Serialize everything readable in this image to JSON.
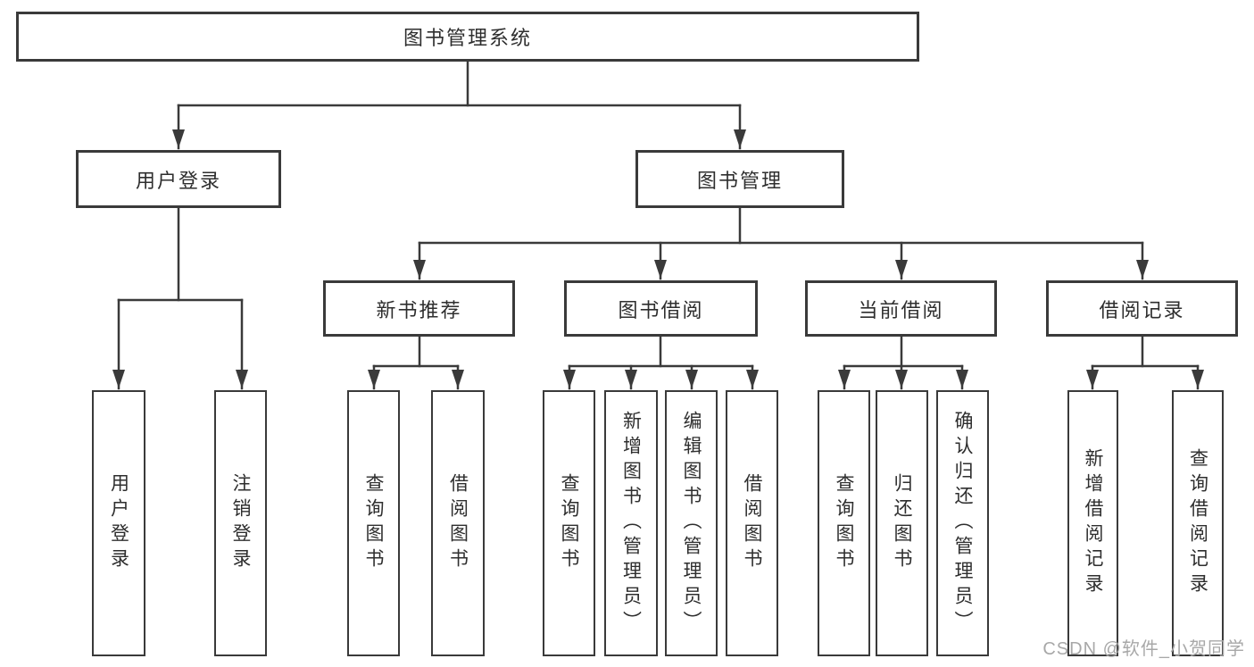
{
  "tree": {
    "root": {
      "label": "图书管理系统"
    },
    "level2": [
      {
        "label": "用户登录"
      },
      {
        "label": "图书管理"
      }
    ],
    "level3": [
      {
        "label": "新书推荐"
      },
      {
        "label": "图书借阅"
      },
      {
        "label": "当前借阅"
      },
      {
        "label": "借阅记录"
      }
    ],
    "leaves": [
      {
        "label": "用户登录"
      },
      {
        "label": "注销登录"
      },
      {
        "label": "查询图书"
      },
      {
        "label": "借阅图书"
      },
      {
        "label": "查询图书"
      },
      {
        "label": "新增图书（管理员）"
      },
      {
        "label": "编辑图书（管理员）"
      },
      {
        "label": "借阅图书"
      },
      {
        "label": "查询图书"
      },
      {
        "label": "归还图书"
      },
      {
        "label": "确认归还（管理员）"
      },
      {
        "label": "新增借阅记录"
      },
      {
        "label": "查询借阅记录"
      }
    ]
  },
  "watermark": {
    "text": "CSDN @软件_小贺同学"
  },
  "colors": {
    "line": "#3a3a3a",
    "text": "#2e2e2e",
    "box_bg": "#ffffff",
    "watermark": "#a8a8a8",
    "background": "#ffffff"
  }
}
